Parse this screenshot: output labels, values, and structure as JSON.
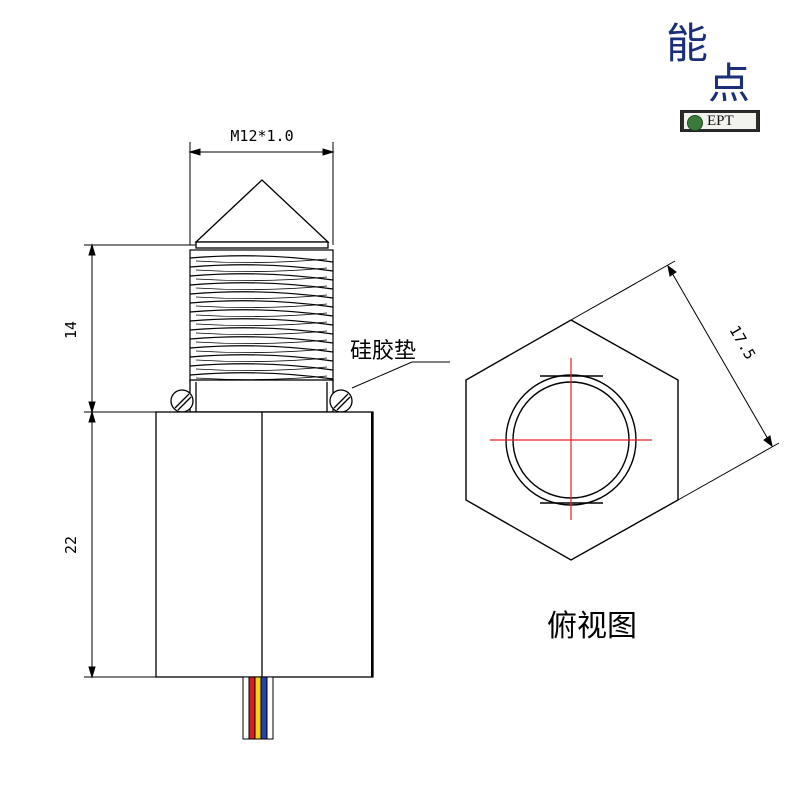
{
  "logo": {
    "chinese_line1": "能",
    "chinese_line2": "点",
    "brand": "EPT",
    "brand_color": "#1b2f78"
  },
  "dimensions": {
    "thread_spec": "M12*1.0",
    "thread_length": "14",
    "body_height": "22",
    "hex_across_flats": "17.5"
  },
  "labels": {
    "gasket": "硅胶垫",
    "top_view": "俯视图"
  },
  "wires": {
    "colors": [
      "#d42020",
      "#f2d21a",
      "#2a3fb0"
    ]
  },
  "crosshair_color": "#e8202a"
}
